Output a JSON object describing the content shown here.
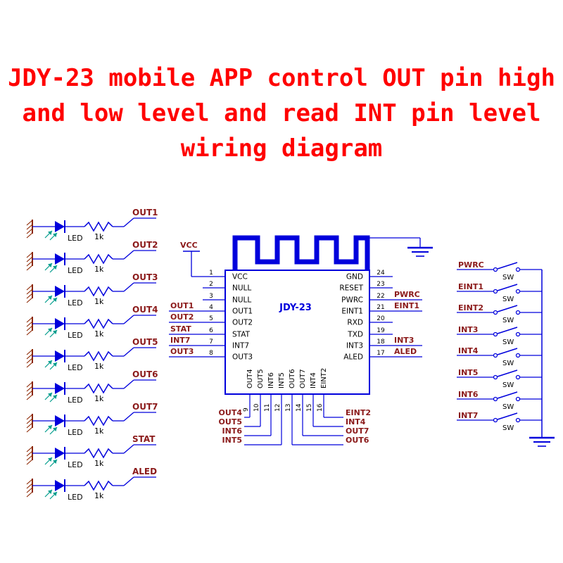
{
  "title": {
    "lines": [
      "JDY-23 mobile APP control OUT pin high",
      "and low level and read INT pin level",
      "wiring diagram"
    ]
  },
  "led_rows": [
    {
      "net": "OUT1",
      "led": "LED",
      "res": "1k"
    },
    {
      "net": "OUT2",
      "led": "LED",
      "res": "1k"
    },
    {
      "net": "OUT3",
      "led": "LED",
      "res": "1k"
    },
    {
      "net": "OUT4",
      "led": "LED",
      "res": "1k"
    },
    {
      "net": "OUT5",
      "led": "LED",
      "res": "1k"
    },
    {
      "net": "OUT6",
      "led": "LED",
      "res": "1k"
    },
    {
      "net": "OUT7",
      "led": "LED",
      "res": "1k"
    },
    {
      "net": "STAT",
      "led": "LED",
      "res": "1k"
    },
    {
      "net": "ALED",
      "led": "LED",
      "res": "1k"
    }
  ],
  "module": {
    "name": "JDY-23",
    "vcc_label": "VCC",
    "left_pins": [
      {
        "num": "1",
        "name": "VCC",
        "ext": ""
      },
      {
        "num": "2",
        "name": "NULL",
        "ext": ""
      },
      {
        "num": "3",
        "name": "NULL",
        "ext": ""
      },
      {
        "num": "4",
        "name": "OUT1",
        "ext": "OUT1"
      },
      {
        "num": "5",
        "name": "OUT2",
        "ext": "OUT2"
      },
      {
        "num": "6",
        "name": "STAT",
        "ext": "STAT"
      },
      {
        "num": "7",
        "name": "INT7",
        "ext": "INT7"
      },
      {
        "num": "8",
        "name": "OUT3",
        "ext": "OUT3"
      }
    ],
    "right_pins": [
      {
        "num": "24",
        "name": "GND",
        "ext": ""
      },
      {
        "num": "23",
        "name": "RESET",
        "ext": ""
      },
      {
        "num": "22",
        "name": "PWRC",
        "ext": "PWRC"
      },
      {
        "num": "21",
        "name": "EINT1",
        "ext": "EINT1"
      },
      {
        "num": "20",
        "name": "RXD",
        "ext": ""
      },
      {
        "num": "19",
        "name": "TXD",
        "ext": ""
      },
      {
        "num": "18",
        "name": "INT3",
        "ext": "INT3"
      },
      {
        "num": "17",
        "name": "ALED",
        "ext": "ALED"
      }
    ],
    "bottom_pins": [
      {
        "num": "9",
        "name": "OUT4"
      },
      {
        "num": "10",
        "name": "OUT5"
      },
      {
        "num": "11",
        "name": "INT6"
      },
      {
        "num": "12",
        "name": "INT5"
      },
      {
        "num": "13",
        "name": "OUT6"
      },
      {
        "num": "14",
        "name": "OUT7"
      },
      {
        "num": "15",
        "name": "INT4"
      },
      {
        "num": "16",
        "name": "EINT2"
      }
    ],
    "bottom_left_labels": [
      "OUT4",
      "OUT5",
      "INT6",
      "INT5"
    ],
    "bottom_right_labels": [
      "EINT2",
      "INT4",
      "OUT7",
      "OUT6"
    ]
  },
  "switches": [
    {
      "net": "PWRC",
      "sw": "SW"
    },
    {
      "net": "EINT1",
      "sw": "SW"
    },
    {
      "net": "EINT2",
      "sw": "SW"
    },
    {
      "net": "INT3",
      "sw": "SW"
    },
    {
      "net": "INT4",
      "sw": "SW"
    },
    {
      "net": "INT5",
      "sw": "SW"
    },
    {
      "net": "INT6",
      "sw": "SW"
    },
    {
      "net": "INT7",
      "sw": "SW"
    }
  ],
  "colors": {
    "title": "#FF0000",
    "wire": "#0000DC",
    "net_label": "#8B1A1A",
    "ground_left": "#8B2500",
    "emission_arrow": "#009C8C",
    "pin_text": "#000000",
    "background": "#FFFFFF"
  }
}
